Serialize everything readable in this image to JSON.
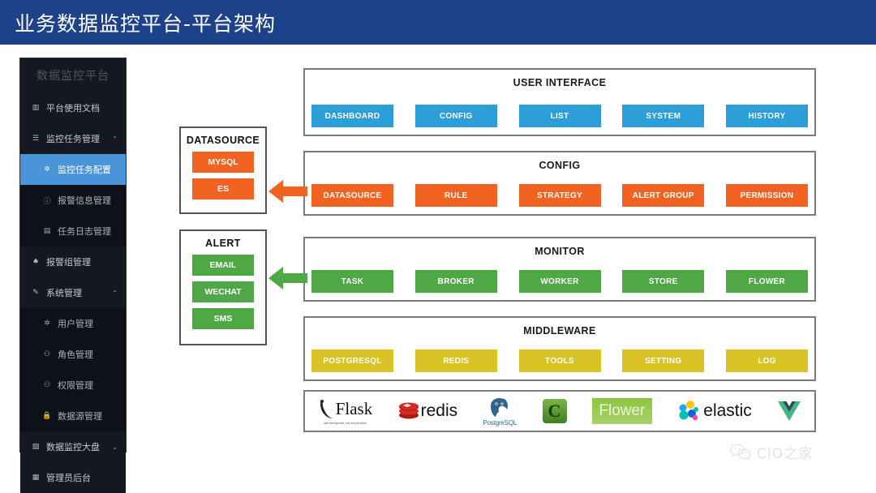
{
  "header": {
    "title": "业务数据监控平台-平台架构",
    "bg": "#1d4289"
  },
  "sidebar": {
    "brand": "数据监控平台",
    "items": [
      {
        "label": "平台使用文档",
        "icon": "book-icon",
        "glyph": "▥",
        "level": "top",
        "caret": "",
        "active": false
      },
      {
        "label": "监控任务管理",
        "icon": "layers-icon",
        "glyph": "☰",
        "level": "top",
        "caret": "⌃",
        "active": false
      },
      {
        "label": "监控任务配置",
        "icon": "gear-icon",
        "glyph": "✲",
        "level": "sub",
        "caret": "",
        "active": true
      },
      {
        "label": "报警信息管理",
        "icon": "info-icon",
        "glyph": "ⓘ",
        "level": "sub",
        "caret": "",
        "active": false
      },
      {
        "label": "任务日志管理",
        "icon": "log-icon",
        "glyph": "▤",
        "level": "sub",
        "caret": "",
        "active": false
      },
      {
        "label": "报警组管理",
        "icon": "bell-icon",
        "glyph": "♠",
        "level": "top",
        "caret": "",
        "active": false
      },
      {
        "label": "系统管理",
        "icon": "wrench-icon",
        "glyph": "✎",
        "level": "top",
        "caret": "⌃",
        "active": false
      },
      {
        "label": "用户管理",
        "icon": "gear-icon",
        "glyph": "✲",
        "level": "sub",
        "caret": "",
        "active": false
      },
      {
        "label": "角色管理",
        "icon": "users-icon",
        "glyph": "⚇",
        "level": "sub",
        "caret": "",
        "active": false
      },
      {
        "label": "权限管理",
        "icon": "users-icon",
        "glyph": "⚇",
        "level": "sub",
        "caret": "",
        "active": false
      },
      {
        "label": "数据源管理",
        "icon": "lock-icon",
        "glyph": "🔒",
        "level": "sub",
        "caret": "",
        "active": false
      },
      {
        "label": "数据监控大盘",
        "icon": "chart-icon",
        "glyph": "▧",
        "level": "top",
        "caret": "⌄",
        "active": false
      },
      {
        "label": "管理员后台",
        "icon": "grid-icon",
        "glyph": "▦",
        "level": "top",
        "caret": "",
        "active": false
      }
    ],
    "active_bg": "#4a95d9"
  },
  "diagram": {
    "layers": [
      {
        "title": "USER INTERFACE",
        "color_class": "blue",
        "color": "#2c9fd9",
        "chips": [
          "DASHBOARD",
          "CONFIG",
          "LIST",
          "SYSTEM",
          "HISTORY"
        ]
      },
      {
        "title": "CONFIG",
        "color_class": "orange",
        "color": "#f26322",
        "chips": [
          "DATASOURCE",
          "RULE",
          "STRATEGY",
          "ALERT GROUP",
          "PERMISSION"
        ]
      },
      {
        "title": "MONITOR",
        "color_class": "green",
        "color": "#4fa746",
        "chips": [
          "TASK",
          "BROKER",
          "WORKER",
          "STORE",
          "FLOWER"
        ]
      },
      {
        "title": "MIDDLEWARE",
        "color_class": "yellow",
        "color": "#d9c326",
        "chips": [
          "POSTGRESQL",
          "REDIS",
          "TOOLS",
          "SETTING",
          "LOG"
        ]
      }
    ],
    "side_panels": [
      {
        "title": "DATASOURCE",
        "color_class": "orange",
        "color": "#f26322",
        "chips": [
          "MYSQL",
          "ES"
        ]
      },
      {
        "title": "ALERT",
        "color_class": "green",
        "color": "#4fa746",
        "chips": [
          "EMAIL",
          "WECHAT",
          "SMS"
        ]
      }
    ],
    "arrows": [
      {
        "name": "config-to-datasource-arrow",
        "color": "#f26322",
        "direction": "left"
      },
      {
        "name": "monitor-to-alert-arrow",
        "color": "#4fa746",
        "direction": "left"
      }
    ]
  },
  "tech_logos": [
    {
      "name": "flask-logo",
      "label": "Flask",
      "sub": "web development, one drop at a time"
    },
    {
      "name": "redis-logo",
      "label": "redis",
      "sub": ""
    },
    {
      "name": "postgresql-logo",
      "label": "PostgreSQL",
      "sub": ""
    },
    {
      "name": "celery-logo",
      "label": "C",
      "sub": ""
    },
    {
      "name": "flower-logo",
      "label": "Flower",
      "sub": ""
    },
    {
      "name": "elastic-logo",
      "label": "elastic",
      "sub": ""
    },
    {
      "name": "vue-logo",
      "label": "V",
      "sub": ""
    }
  ],
  "watermark": {
    "text": "CIO之家",
    "icon": "wechat-icon"
  }
}
